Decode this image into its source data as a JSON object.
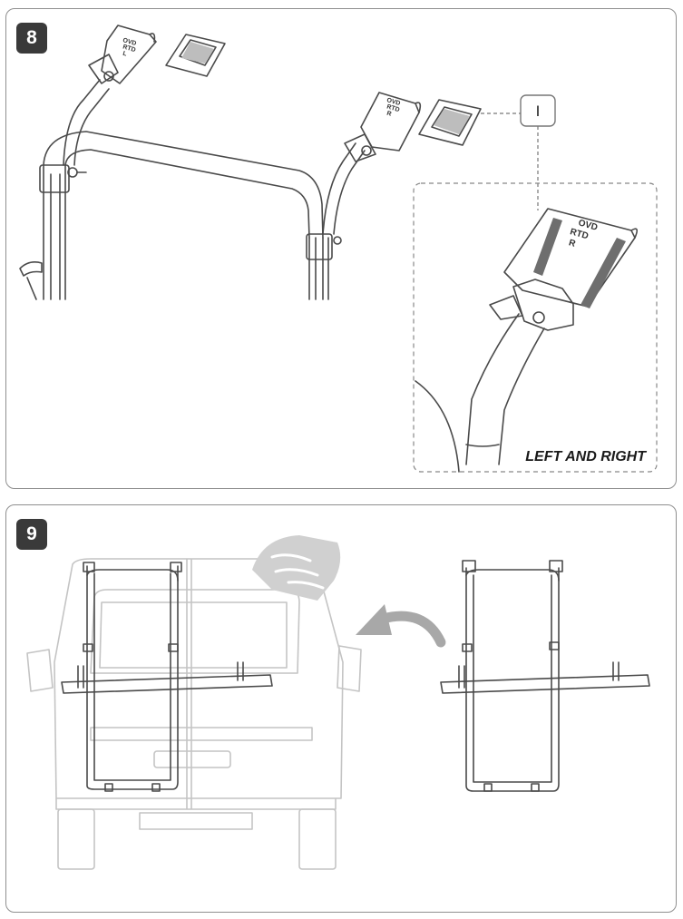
{
  "steps": [
    {
      "number": "8",
      "callout": "I",
      "detail_caption": "LEFT AND RIGHT",
      "pad_left_lines": [
        "OVD",
        "RTD",
        "L"
      ],
      "pad_right_lines": [
        "OVD",
        "RTD",
        "R"
      ]
    },
    {
      "number": "9"
    }
  ],
  "icons": [
    "hands-icon",
    "curved-arrow-icon"
  ],
  "colors": {
    "badge": "#3a3a3a",
    "border": "#8f8f8f",
    "line": "#4a4a4a",
    "pad_strip": "#6e6e6e",
    "hands": "#d0d0d0"
  }
}
